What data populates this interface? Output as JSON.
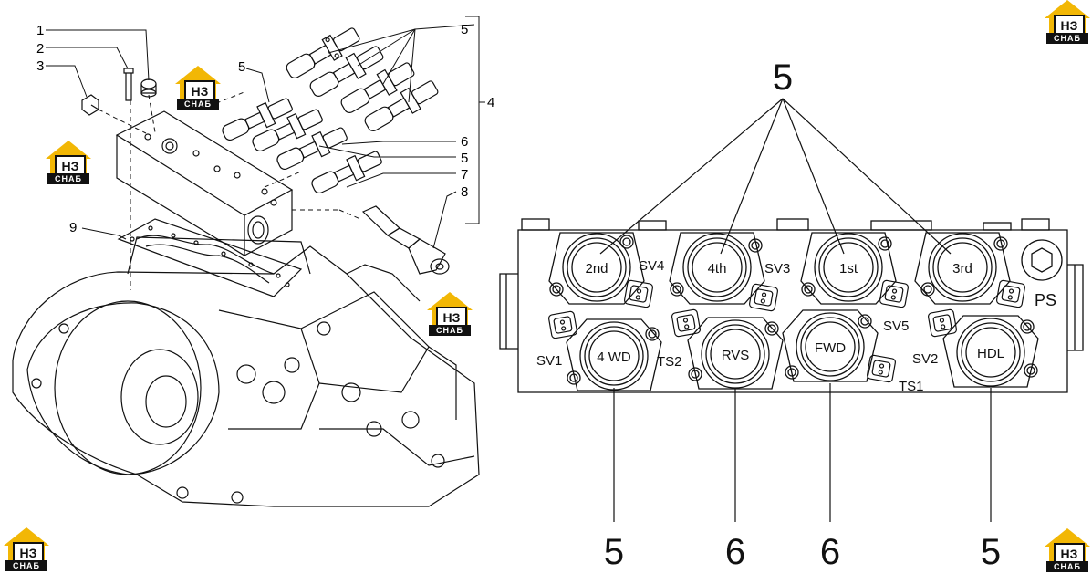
{
  "left_callouts": {
    "n1": "1",
    "n2": "2",
    "n3": "3",
    "n4": "4",
    "n5a": "5",
    "n5b": "5",
    "n5c": "5",
    "n6": "6",
    "n7": "7",
    "n8": "8",
    "n9": "9"
  },
  "valves_top": [
    {
      "label": "2nd",
      "connector": "SV4"
    },
    {
      "label": "4th",
      "connector": "SV3"
    },
    {
      "label": "1st",
      "connector": "SV5"
    },
    {
      "label": "3rd",
      "connector": "PS"
    }
  ],
  "valves_bottom": [
    {
      "label": "4 WD",
      "connector": "SV1"
    },
    {
      "label": "RVS",
      "connector": "TS2"
    },
    {
      "label": "FWD",
      "connector": "TS1"
    },
    {
      "label": "HDL",
      "connector": "SV2"
    }
  ],
  "right_callouts": {
    "top": "5",
    "b1": "5",
    "b2": "6",
    "b3": "6",
    "b4": "5"
  },
  "logo": {
    "mark": "НЗ",
    "sub": "СНАБ",
    "color": "#f2b705"
  }
}
